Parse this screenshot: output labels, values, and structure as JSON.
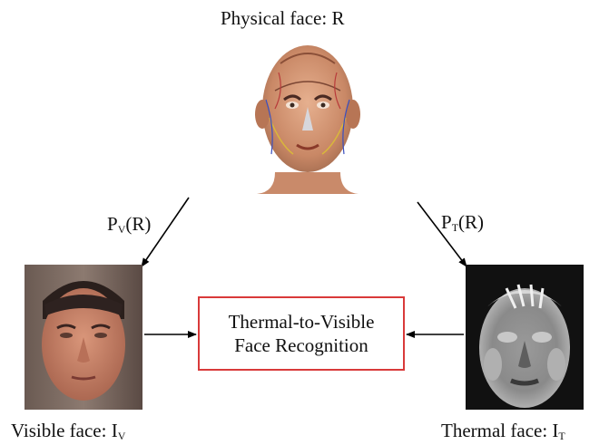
{
  "physical": {
    "text": "Physical face: R"
  },
  "pv": {
    "main": "P",
    "sub": "V",
    "arg": "(R)"
  },
  "pt": {
    "main": "P",
    "sub": "T",
    "arg": "(R)"
  },
  "center": {
    "line1": "Thermal-to-Visible",
    "line2": "Face Recognition"
  },
  "visible": {
    "text": "Visible face: I",
    "sub": "V"
  },
  "thermal": {
    "text": "Thermal face: I",
    "sub": "T"
  },
  "colors": {
    "box_border": "#d93a3a",
    "arrow": "#000000"
  },
  "icons": {
    "physical": "anatomical-head-icon",
    "visible": "visible-face-photo-icon",
    "thermal": "thermal-face-photo-icon"
  }
}
